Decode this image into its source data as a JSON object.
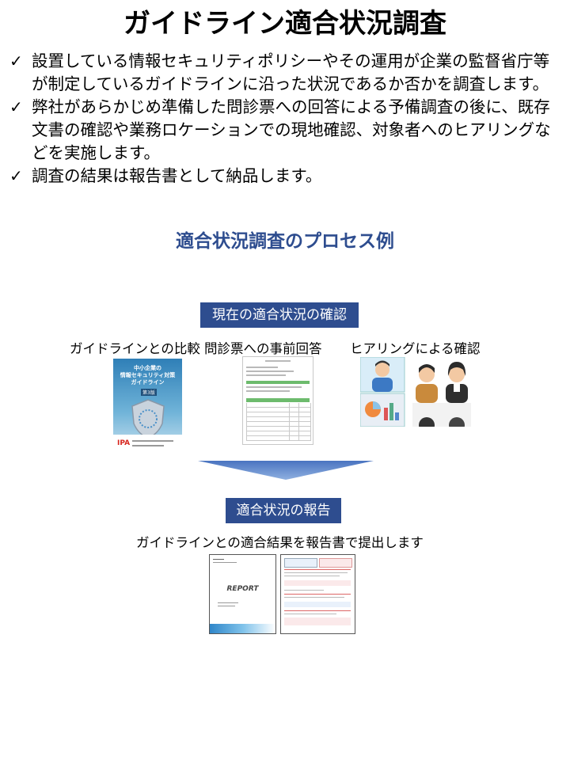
{
  "title": "ガイドライン適合状況調査",
  "bullets": [
    "設置している情報セキュリティポリシーやその運用が企業の監督省庁等が制定しているガイドラインに沿った状況であるか否かを調査します。",
    "弊社があらかじめ準備した問診票への回答による予備調査の後に、既存文書の確認や業務ロケーションでの現地確認、対象者へのヒアリングなどを実施します。",
    "調査の結果は報告書として納品します。"
  ],
  "check_glyph": "✓",
  "subtitle": "適合状況調査のプロセス例",
  "step1": {
    "label": "現在の適合状況の確認",
    "items": [
      {
        "label": "ガイドラインとの比較",
        "icon": "guideline-book-image"
      },
      {
        "label": "問診票への事前回答",
        "icon": "questionnaire-document-image"
      },
      {
        "label": "ヒアリングによる確認",
        "icon": "interview-people-image"
      }
    ]
  },
  "guideline_cover": {
    "line1": "中小企業の",
    "line2": "情報セキュリティ対策",
    "line3": "ガイドライン",
    "edition": "第3版",
    "publisher_logo": "IPA"
  },
  "step2": {
    "label": "適合状況の報告",
    "caption": "ガイドラインとの適合結果を報告書で提出します",
    "report_cover_word": "REPORT"
  },
  "colors": {
    "accent": "#2e4d8f",
    "arrow": "#4a74c0",
    "check_mark": "#000000"
  }
}
